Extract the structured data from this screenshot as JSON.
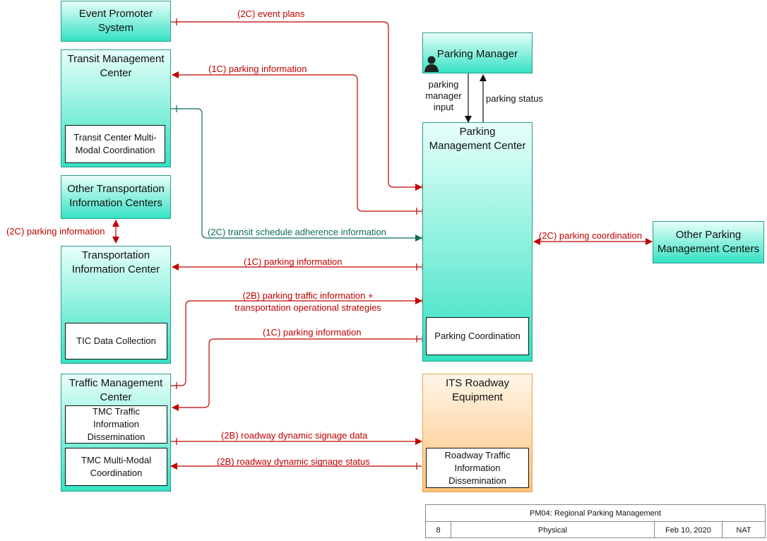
{
  "nodes": {
    "event_promoter": "Event Promoter System",
    "transit_mgmt": "Transit Management Center",
    "transit_center_mmc": "Transit Center Multi-Modal Coordination",
    "other_tic": "Other Transportation Information Centers",
    "tic": "Transportation Information Center",
    "tic_data": "TIC Data Collection",
    "tmc": "Traffic Management Center",
    "tmc_tid": "TMC Traffic Information Dissemination",
    "tmc_mmc": "TMC Multi-Modal Coordination",
    "parking_manager": "Parking Manager",
    "pmc": "Parking Management Center",
    "parking_coord": "Parking Coordination",
    "its_roadway": "ITS Roadway Equipment",
    "roadway_tid": "Roadway Traffic Information Dissemination",
    "other_pmc": "Other Parking Management Centers"
  },
  "flows": {
    "event_plans": "(2C) event plans",
    "parking_info_transit": "(1C) parking information",
    "parking_manager_input": "parking manager input",
    "parking_status": "parking status",
    "transit_schedule": "(2C) transit schedule adherence information",
    "parking_info_other_tic": "(2C) parking information",
    "parking_coordination": "(2C) parking coordination",
    "parking_info_tic": "(1C) parking information",
    "parking_traffic_info": "(2B) parking traffic information + transportation operational strategies",
    "parking_info_tmc": "(1C) parking information",
    "signage_data": "(2B) roadway dynamic signage data",
    "signage_status": "(2B) roadway dynamic signage status"
  },
  "title_block": {
    "title": "PM04: Regional Parking Management",
    "number": "8",
    "view": "Physical",
    "date": "Feb 10, 2020",
    "scope": "NAT"
  },
  "colors": {
    "element_fill": "#34e2c3",
    "field_equipment_fill": "#ffc27a",
    "flow_red": "#c00000",
    "flow_green": "#0f6b5e"
  },
  "icons": {
    "parking_manager": "person-icon"
  }
}
